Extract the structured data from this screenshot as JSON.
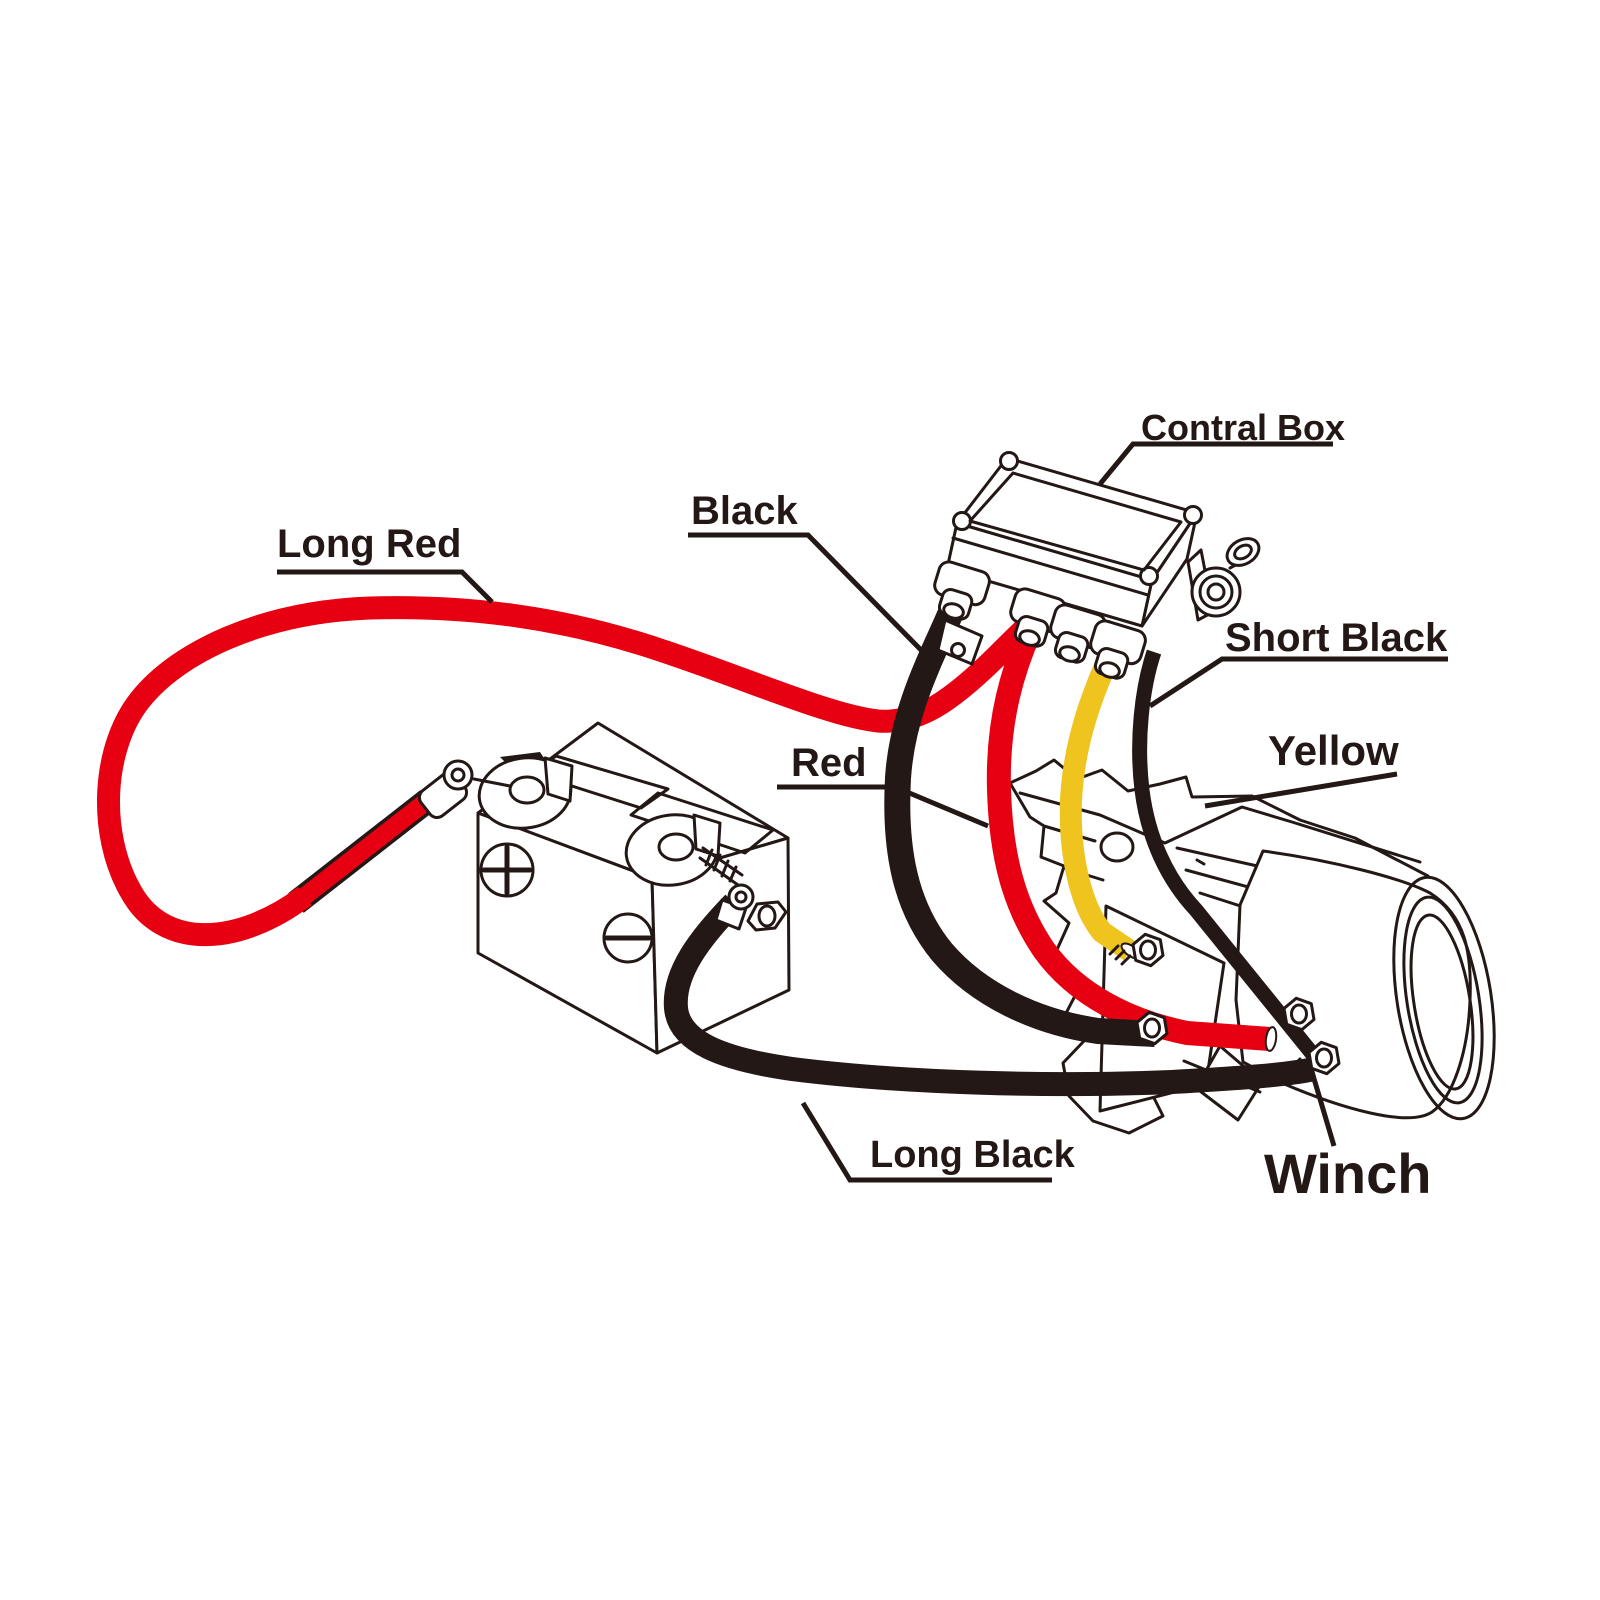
{
  "diagram": {
    "kind": "winch wiring diagram",
    "background": "#ffffff",
    "ink": "#231815",
    "labels": {
      "control_box": "Contral Box",
      "black": "Black",
      "long_red": "Long Red",
      "red": "Red",
      "short_black": "Short Black",
      "yellow": "Yellow",
      "long_black": "Long Black",
      "winch": "Winch"
    },
    "wire_colors": {
      "red": "#e60012",
      "yellow": "#f0c41f",
      "black": "#231815"
    },
    "wires": [
      {
        "name": "Long Red",
        "color": "#e60012",
        "from": "battery positive terminal",
        "to": "control box gland 2"
      },
      {
        "name": "Black",
        "color": "#231815",
        "from": "control box gland 1",
        "to": "winch bracket lower stud"
      },
      {
        "name": "Red",
        "color": "#e60012",
        "from": "control box gland 3",
        "to": "winch motor upper stud"
      },
      {
        "name": "Yellow",
        "color": "#f0c41f",
        "from": "control box gland 4",
        "to": "winch bracket upper stud"
      },
      {
        "name": "Short Black",
        "color": "#231815",
        "from": "control box side",
        "to": "winch motor lower stud"
      },
      {
        "name": "Long Black",
        "color": "#231815",
        "from": "battery negative terminal",
        "to": "winch motor lower stud"
      }
    ],
    "components": {
      "battery": {
        "markings": [
          "+",
          "−"
        ],
        "terminals": 2,
        "top_labels": 2
      },
      "control_box": {
        "cable_glands": 4,
        "side_connector": true,
        "mounting_tab": true
      },
      "winch": {
        "bracket_studs": 2,
        "motor_studs": 2,
        "motor_end_rings": 3
      }
    }
  }
}
